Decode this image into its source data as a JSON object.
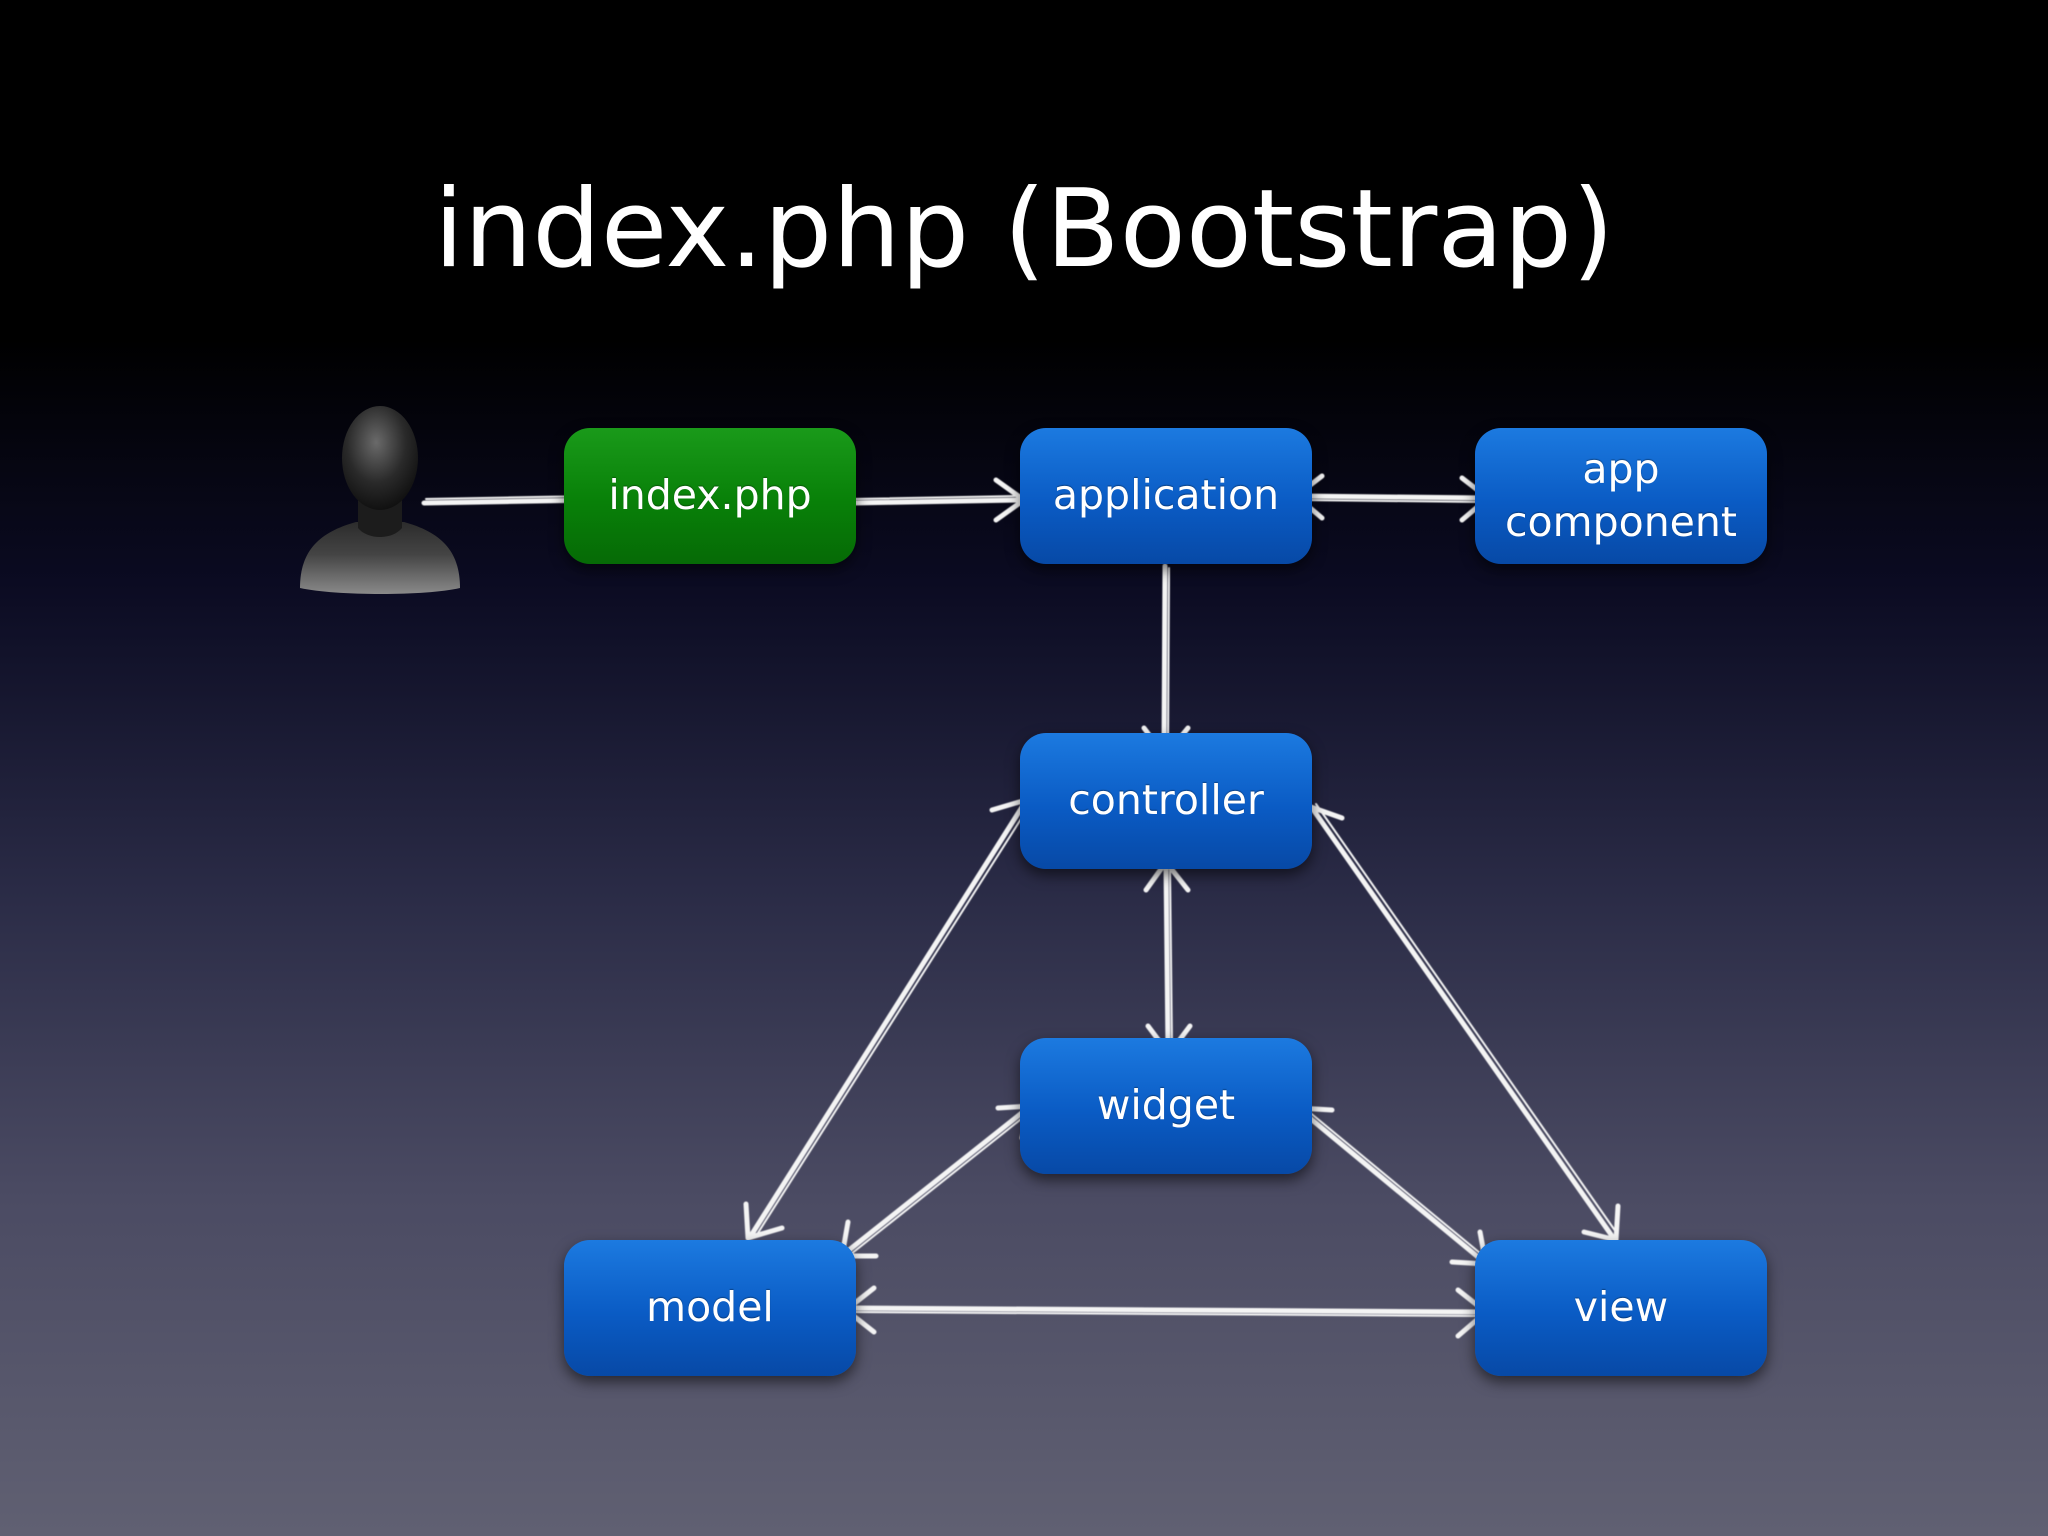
{
  "slide": {
    "title": "index.php (Bootstrap)"
  },
  "diagram": {
    "nodes": {
      "index_php": {
        "label": "index.php",
        "color": "#088008"
      },
      "application": {
        "label": "application",
        "color": "#0a5bc4"
      },
      "app_component": {
        "label": "app\ncomponent",
        "color": "#0a5bc4"
      },
      "controller": {
        "label": "controller",
        "color": "#0a5bc4"
      },
      "widget": {
        "label": "widget",
        "color": "#0a5bc4"
      },
      "model": {
        "label": "model",
        "color": "#0a5bc4"
      },
      "view": {
        "label": "view",
        "color": "#0a5bc4"
      }
    },
    "user_icon": "user-silhouette-icon",
    "edges": [
      {
        "from": "user",
        "to": "index_php",
        "direction": "forward"
      },
      {
        "from": "index_php",
        "to": "application",
        "direction": "forward"
      },
      {
        "from": "application",
        "to": "app_component",
        "direction": "both"
      },
      {
        "from": "application",
        "to": "controller",
        "direction": "forward"
      },
      {
        "from": "controller",
        "to": "widget",
        "direction": "both"
      },
      {
        "from": "controller",
        "to": "model",
        "direction": "both"
      },
      {
        "from": "controller",
        "to": "view",
        "direction": "both"
      },
      {
        "from": "widget",
        "to": "model",
        "direction": "both"
      },
      {
        "from": "widget",
        "to": "view",
        "direction": "both"
      },
      {
        "from": "model",
        "to": "view",
        "direction": "both"
      }
    ]
  }
}
